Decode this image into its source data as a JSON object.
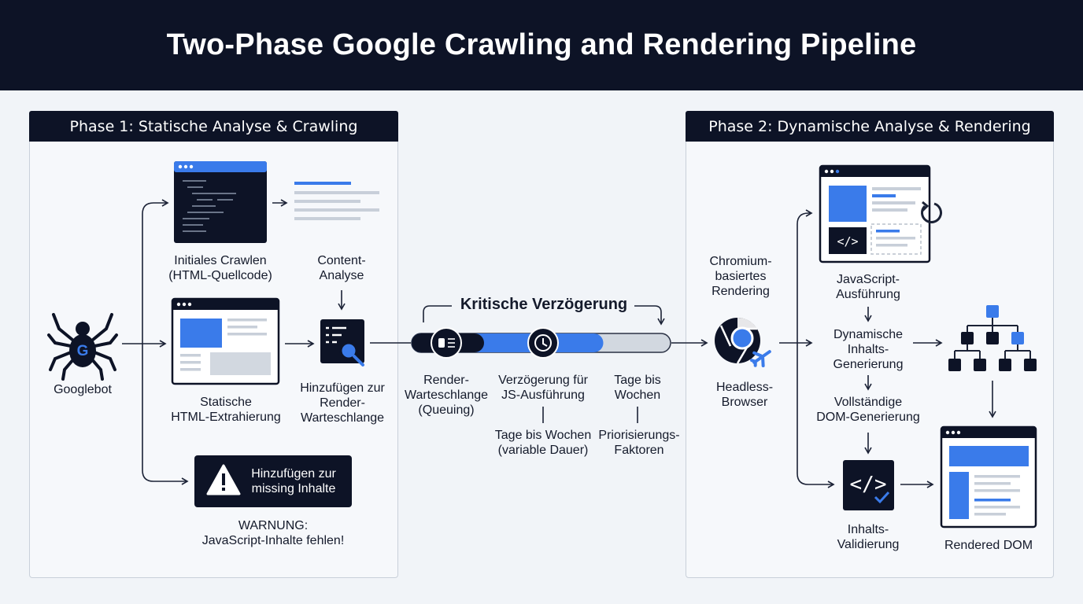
{
  "title": "Two-Phase Google Crawling and Rendering Pipeline",
  "phase1": {
    "heading": "Phase 1: Statische Analyse & Crawling",
    "googlebot": "Googlebot",
    "initial_crawl": "Initiales Crawlen\n(HTML-Quellcode)",
    "content_analysis": "Content-\nAnalyse",
    "static_extraction": "Statische\nHTML-Extrahierung",
    "add_to_queue": "Hinzufügen zur\nRender-\nWarteschlange",
    "warning_box": "Hinzufügen zur\nmissing Inhalte",
    "warning_text": "WARNUNG:\nJavaScript-Inhalte fehlen!"
  },
  "delay": {
    "heading": "Kritische Verzögerung",
    "render_queue_title": "Render-\nWarteschlange",
    "render_queue_sub": "(Queuing)",
    "js_delay": "Verzögerung für\nJS-Ausführung",
    "days_weeks_short": "Tage bis\nWochen",
    "days_weeks_long": "Tage bis Wochen\n(variable Dauer)",
    "priority_factors": "Priorisierungs-\nFaktoren",
    "progress_fraction": 0.74
  },
  "phase2": {
    "heading": "Phase 2: Dynamische Analyse & Rendering",
    "chromium": "Chromium-\nbasiertes\nRendering",
    "headless": "Headless-\nBrowser",
    "js_execution": "JavaScript-\nAusführung",
    "dynamic_content": "Dynamische\nInhalts-\nGenerierung",
    "full_dom": "Vollständige\nDOM-Generierung",
    "content_validation": "Inhalts-\nValidierung",
    "rendered_dom": "Rendered DOM"
  },
  "colors": {
    "dark": "#0d1326",
    "accent": "#3a7bea",
    "light_gray": "#d2d8e0",
    "arrow": "#1b2236"
  },
  "icons": {
    "googlebot": "spider-g-icon",
    "warning": "warning-triangle-icon",
    "queue": "queue-icon",
    "clock": "clock-icon",
    "chrome": "chrome-icon",
    "code": "code-brackets-icon"
  }
}
